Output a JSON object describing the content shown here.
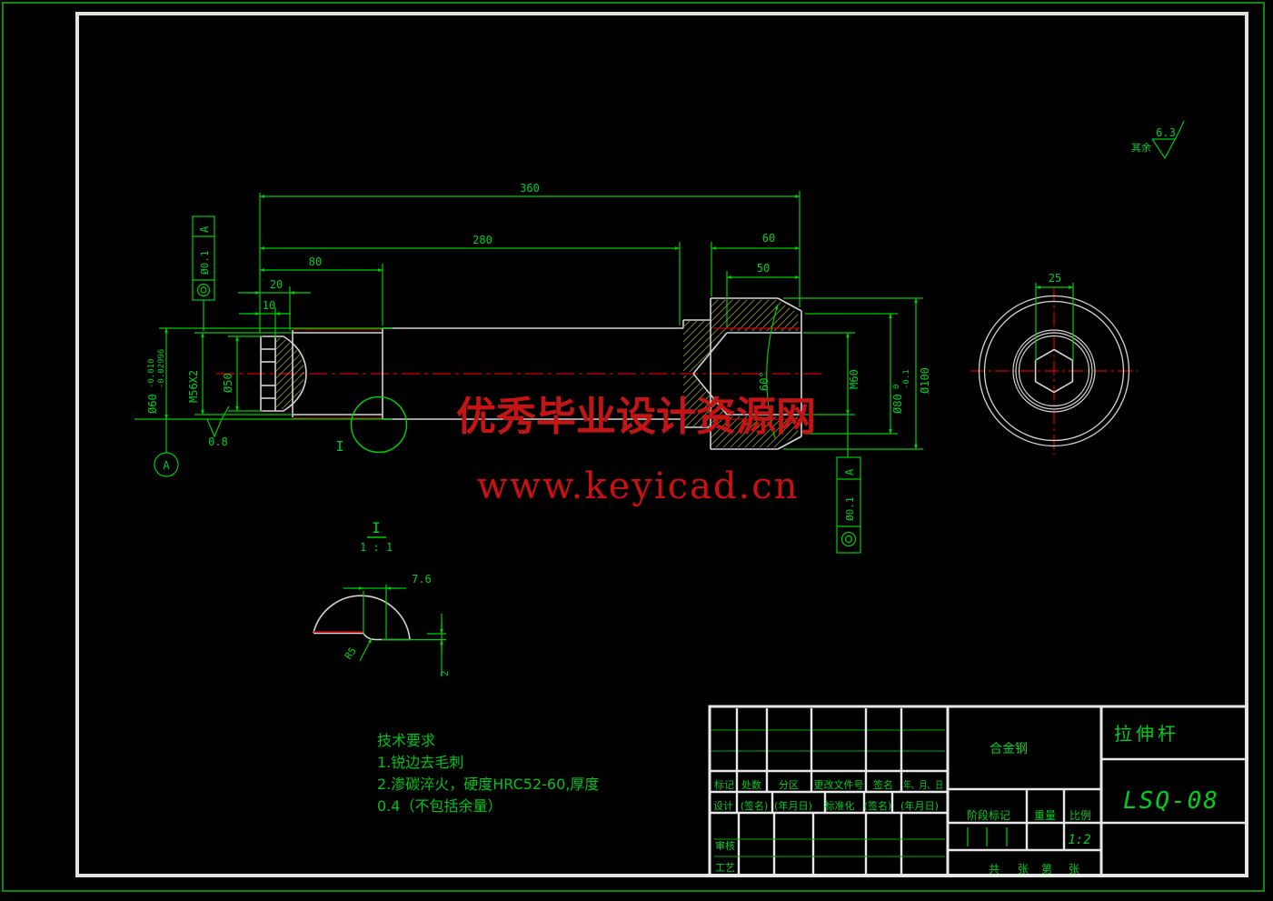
{
  "frame": {
    "surface_note_prefix": "其余",
    "surface_note_value": "6.3"
  },
  "main_view": {
    "dims": {
      "total": "360",
      "to_shoulder": "280",
      "thread_len": "80",
      "head_len": "60",
      "bore_depth": "50",
      "d20": "20",
      "d10": "10",
      "dia60_base": "Ø60",
      "dia60_up": "-0.010",
      "dia60_dn": "-0.02996",
      "thread_left": "M56X2",
      "dia50": "Ø50",
      "thread_right": "M60",
      "dia80_base": "Ø80",
      "dia80_up": "0",
      "dia80_dn": "-0.1",
      "dia100": "Ø100",
      "cone_angle": "60°",
      "roughness": "0.8"
    },
    "datum": "A",
    "fcf": {
      "tol": "Ø0.1",
      "datum": "A"
    },
    "detail_callout": "I"
  },
  "end_view": {
    "hex_width": "25"
  },
  "detail_view": {
    "label": "I",
    "scale": "1 : 1",
    "width": "7.6",
    "radius": "R5",
    "depth": "2"
  },
  "tech_req": {
    "title": "技术要求",
    "l1": "1.锐边去毛刺",
    "l2": "2.渗碳淬火，硬度HRC52-60,厚度",
    "l3": "0.4（不包括余量）"
  },
  "watermark": {
    "l1": "优秀毕业设计资源网",
    "l2": "www.keyicad.cn"
  },
  "title_block": {
    "material": "合金钢",
    "part_name": "拉伸杆",
    "drawing_no": "LSQ-08",
    "scale": "1:2",
    "rev": {
      "c1": "标记",
      "c2": "处数",
      "c3": "分区",
      "c4": "更改文件号",
      "c5": "签名",
      "c6": "年、月、日"
    },
    "sign": {
      "c1": "设计",
      "c2": "(签名)",
      "c3": "(年月日)",
      "c4": "标准化",
      "c5": "(签名)",
      "c6": "(年月日)"
    },
    "stage": "阶段标记",
    "weight": "重量",
    "scale_label": "比例",
    "audit": "审核",
    "process": "工艺",
    "sheets": {
      "s1": "共",
      "s2": "张",
      "s3": "第",
      "s4": "张"
    }
  }
}
